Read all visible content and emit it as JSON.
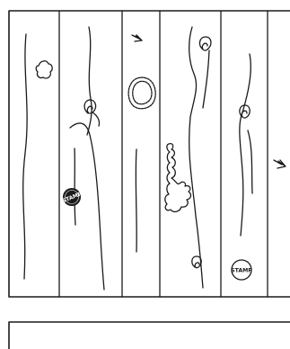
{
  "diagram": {
    "strip_count": 6,
    "stamp_text": "STAMP",
    "stamp_count": 2,
    "swirl_count": 4,
    "blob_count": 4,
    "arrow_count": 2,
    "colors": {
      "ink": "#1a1a1a",
      "paper": "#ffffff"
    }
  }
}
